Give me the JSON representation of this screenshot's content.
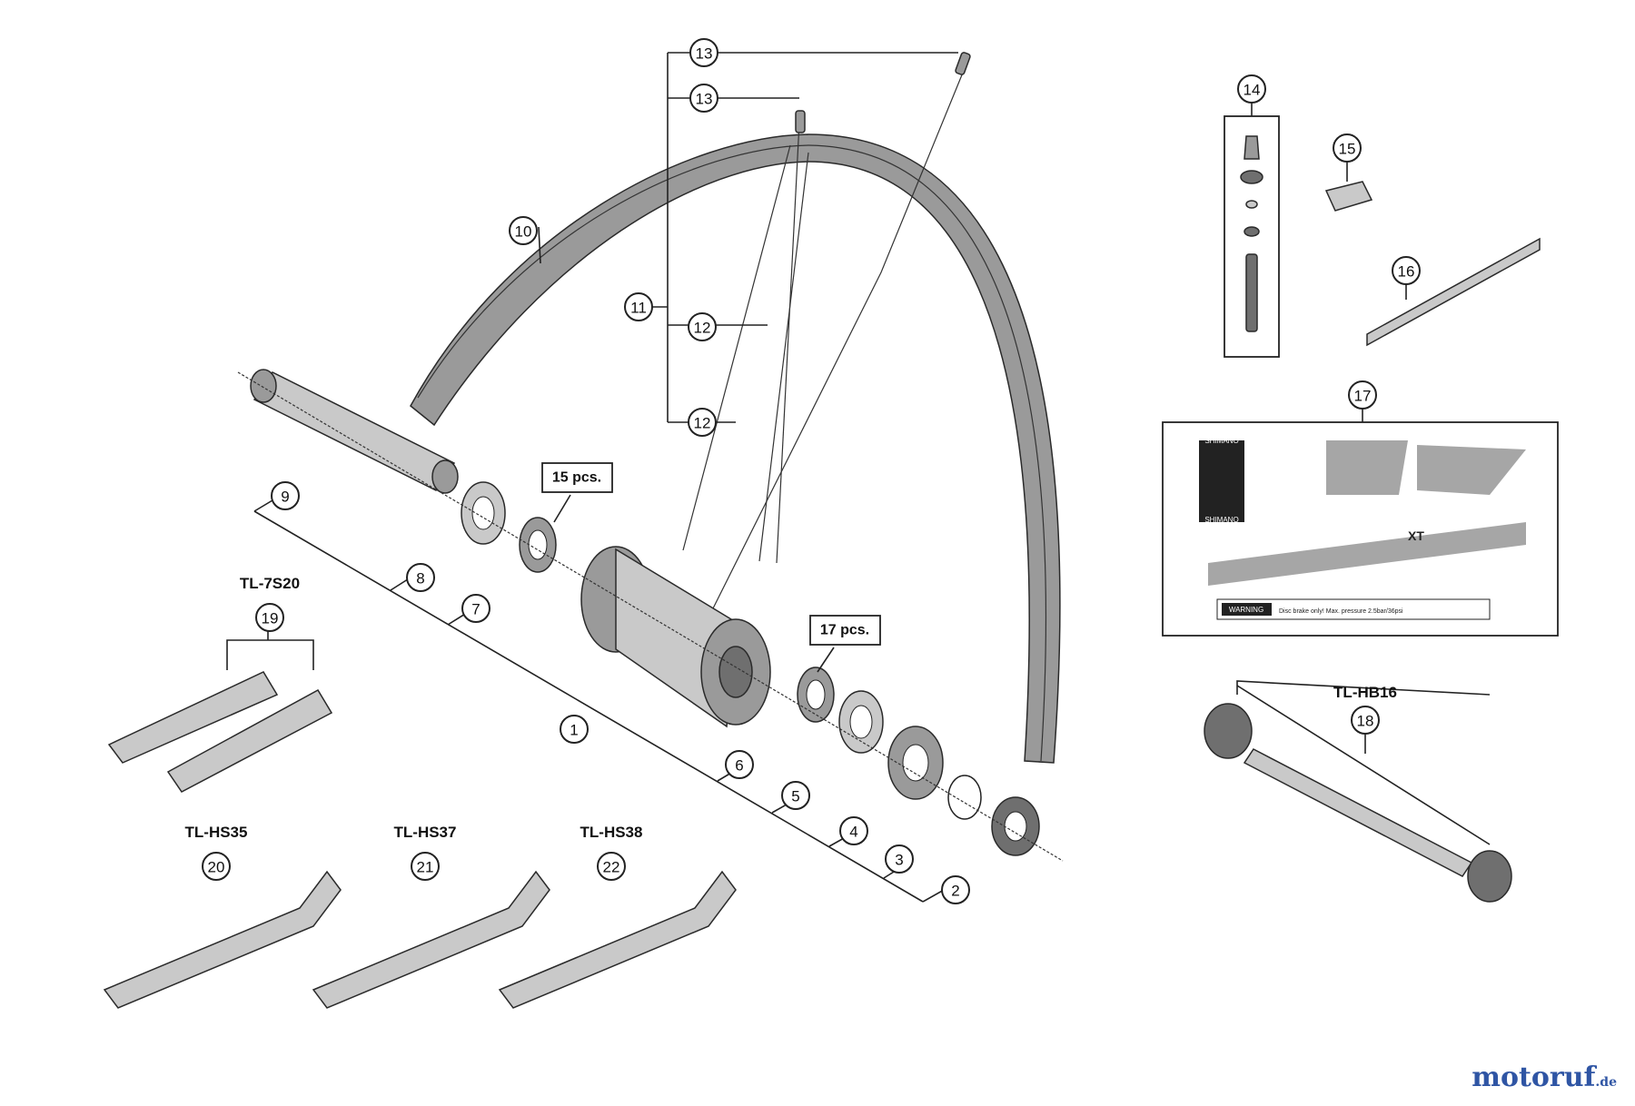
{
  "callouts": [
    {
      "id": "c1",
      "num": "1"
    },
    {
      "id": "c2",
      "num": "2"
    },
    {
      "id": "c3",
      "num": "3"
    },
    {
      "id": "c4",
      "num": "4"
    },
    {
      "id": "c5",
      "num": "5"
    },
    {
      "id": "c6",
      "num": "6"
    },
    {
      "id": "c7",
      "num": "7"
    },
    {
      "id": "c8",
      "num": "8"
    },
    {
      "id": "c9",
      "num": "9"
    },
    {
      "id": "c10",
      "num": "10"
    },
    {
      "id": "c11",
      "num": "11"
    },
    {
      "id": "c12a",
      "num": "12"
    },
    {
      "id": "c12b",
      "num": "12"
    },
    {
      "id": "c13a",
      "num": "13"
    },
    {
      "id": "c13b",
      "num": "13"
    },
    {
      "id": "c14",
      "num": "14"
    },
    {
      "id": "c15",
      "num": "15"
    },
    {
      "id": "c16",
      "num": "16"
    },
    {
      "id": "c17",
      "num": "17"
    },
    {
      "id": "c18",
      "num": "18"
    },
    {
      "id": "c19",
      "num": "19"
    },
    {
      "id": "c20",
      "num": "20"
    },
    {
      "id": "c21",
      "num": "21"
    },
    {
      "id": "c22",
      "num": "22"
    }
  ],
  "quantity_labels": {
    "bearing_front": "15 pcs.",
    "bearing_rear": "17 pcs."
  },
  "tool_labels": {
    "tl_7s20": "TL-7S20",
    "tl_hs35": "TL-HS35",
    "tl_hs37": "TL-HS37",
    "tl_hs38": "TL-HS38",
    "tl_hb16": "TL-HB16"
  },
  "decal": {
    "warning_badge": "WARNING",
    "warning_text": "Disc brake only! Max. pressure 2.5bar/36psi",
    "shimano_top": "SHIMANO",
    "shimano_bottom": "SHIMANO",
    "xt": "XT"
  },
  "watermark": {
    "name": "motoruf",
    "tld": ".de"
  },
  "colors": {
    "line": "#222222",
    "part_fill": "#8a8a8a",
    "brand_blue": "#2f55a4",
    "brand_red": "#d9302b"
  }
}
